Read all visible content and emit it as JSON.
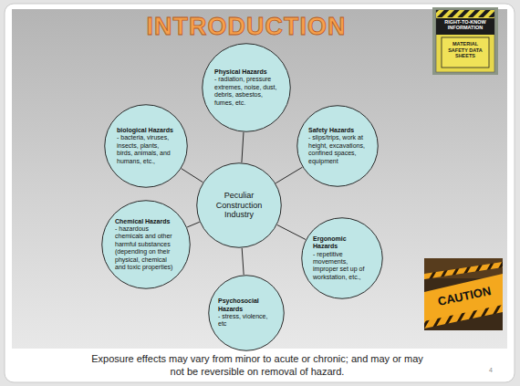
{
  "diagram": {
    "title": "INTRODUCTION",
    "caption": "Exposure effects may vary from minor to acute or chronic; and may or may not be reversible on removal of hazard.",
    "nodes": [
      {
        "text": [
          "Physical Hazards",
          "- radiation, pressure extremes, noise, dust, debris, asbestos, fumes, etc."
        ]
      },
      {
        "text": [
          "biological Hazards",
          "- bacteria, viruses, insects, plants, birds, animals, and humans, etc.,"
        ]
      },
      {
        "text": [
          "Safety Hazards",
          "- slips/trips, work at height, excavations, confined spaces, equipment"
        ]
      },
      {
        "text": [
          "Peculiar Construction Industry"
        ]
      },
      {
        "text": [
          "Chemical Hazards",
          "- hazardous chemicals and other harmful substances (depending on their physical, chemical and toxic properties)"
        ]
      },
      {
        "text": [
          "Ergonomic Hazards",
          "- repetitive movements, improper set up of workstation, etc.,"
        ]
      },
      {
        "text": [
          "Psychosocial Hazards",
          "- stress, violence, etc"
        ]
      }
    ],
    "edges": [
      {
        "from": 3,
        "to": 0,
        "arrow": "none"
      },
      {
        "from": 3,
        "to": 2,
        "arrow": "none"
      },
      {
        "from": 3,
        "to": 5,
        "arrow": "none"
      },
      {
        "from": 3,
        "to": 6,
        "arrow": "none"
      },
      {
        "from": 3,
        "to": 4,
        "arrow": "none"
      },
      {
        "from": 3,
        "to": 1,
        "arrow": "none"
      }
    ],
    "labels": [
      "RIGHT-TO-KNOW INFORMATION",
      "MATERIAL SAFETY DATA SHEETS",
      "CAUTION",
      "4"
    ]
  }
}
